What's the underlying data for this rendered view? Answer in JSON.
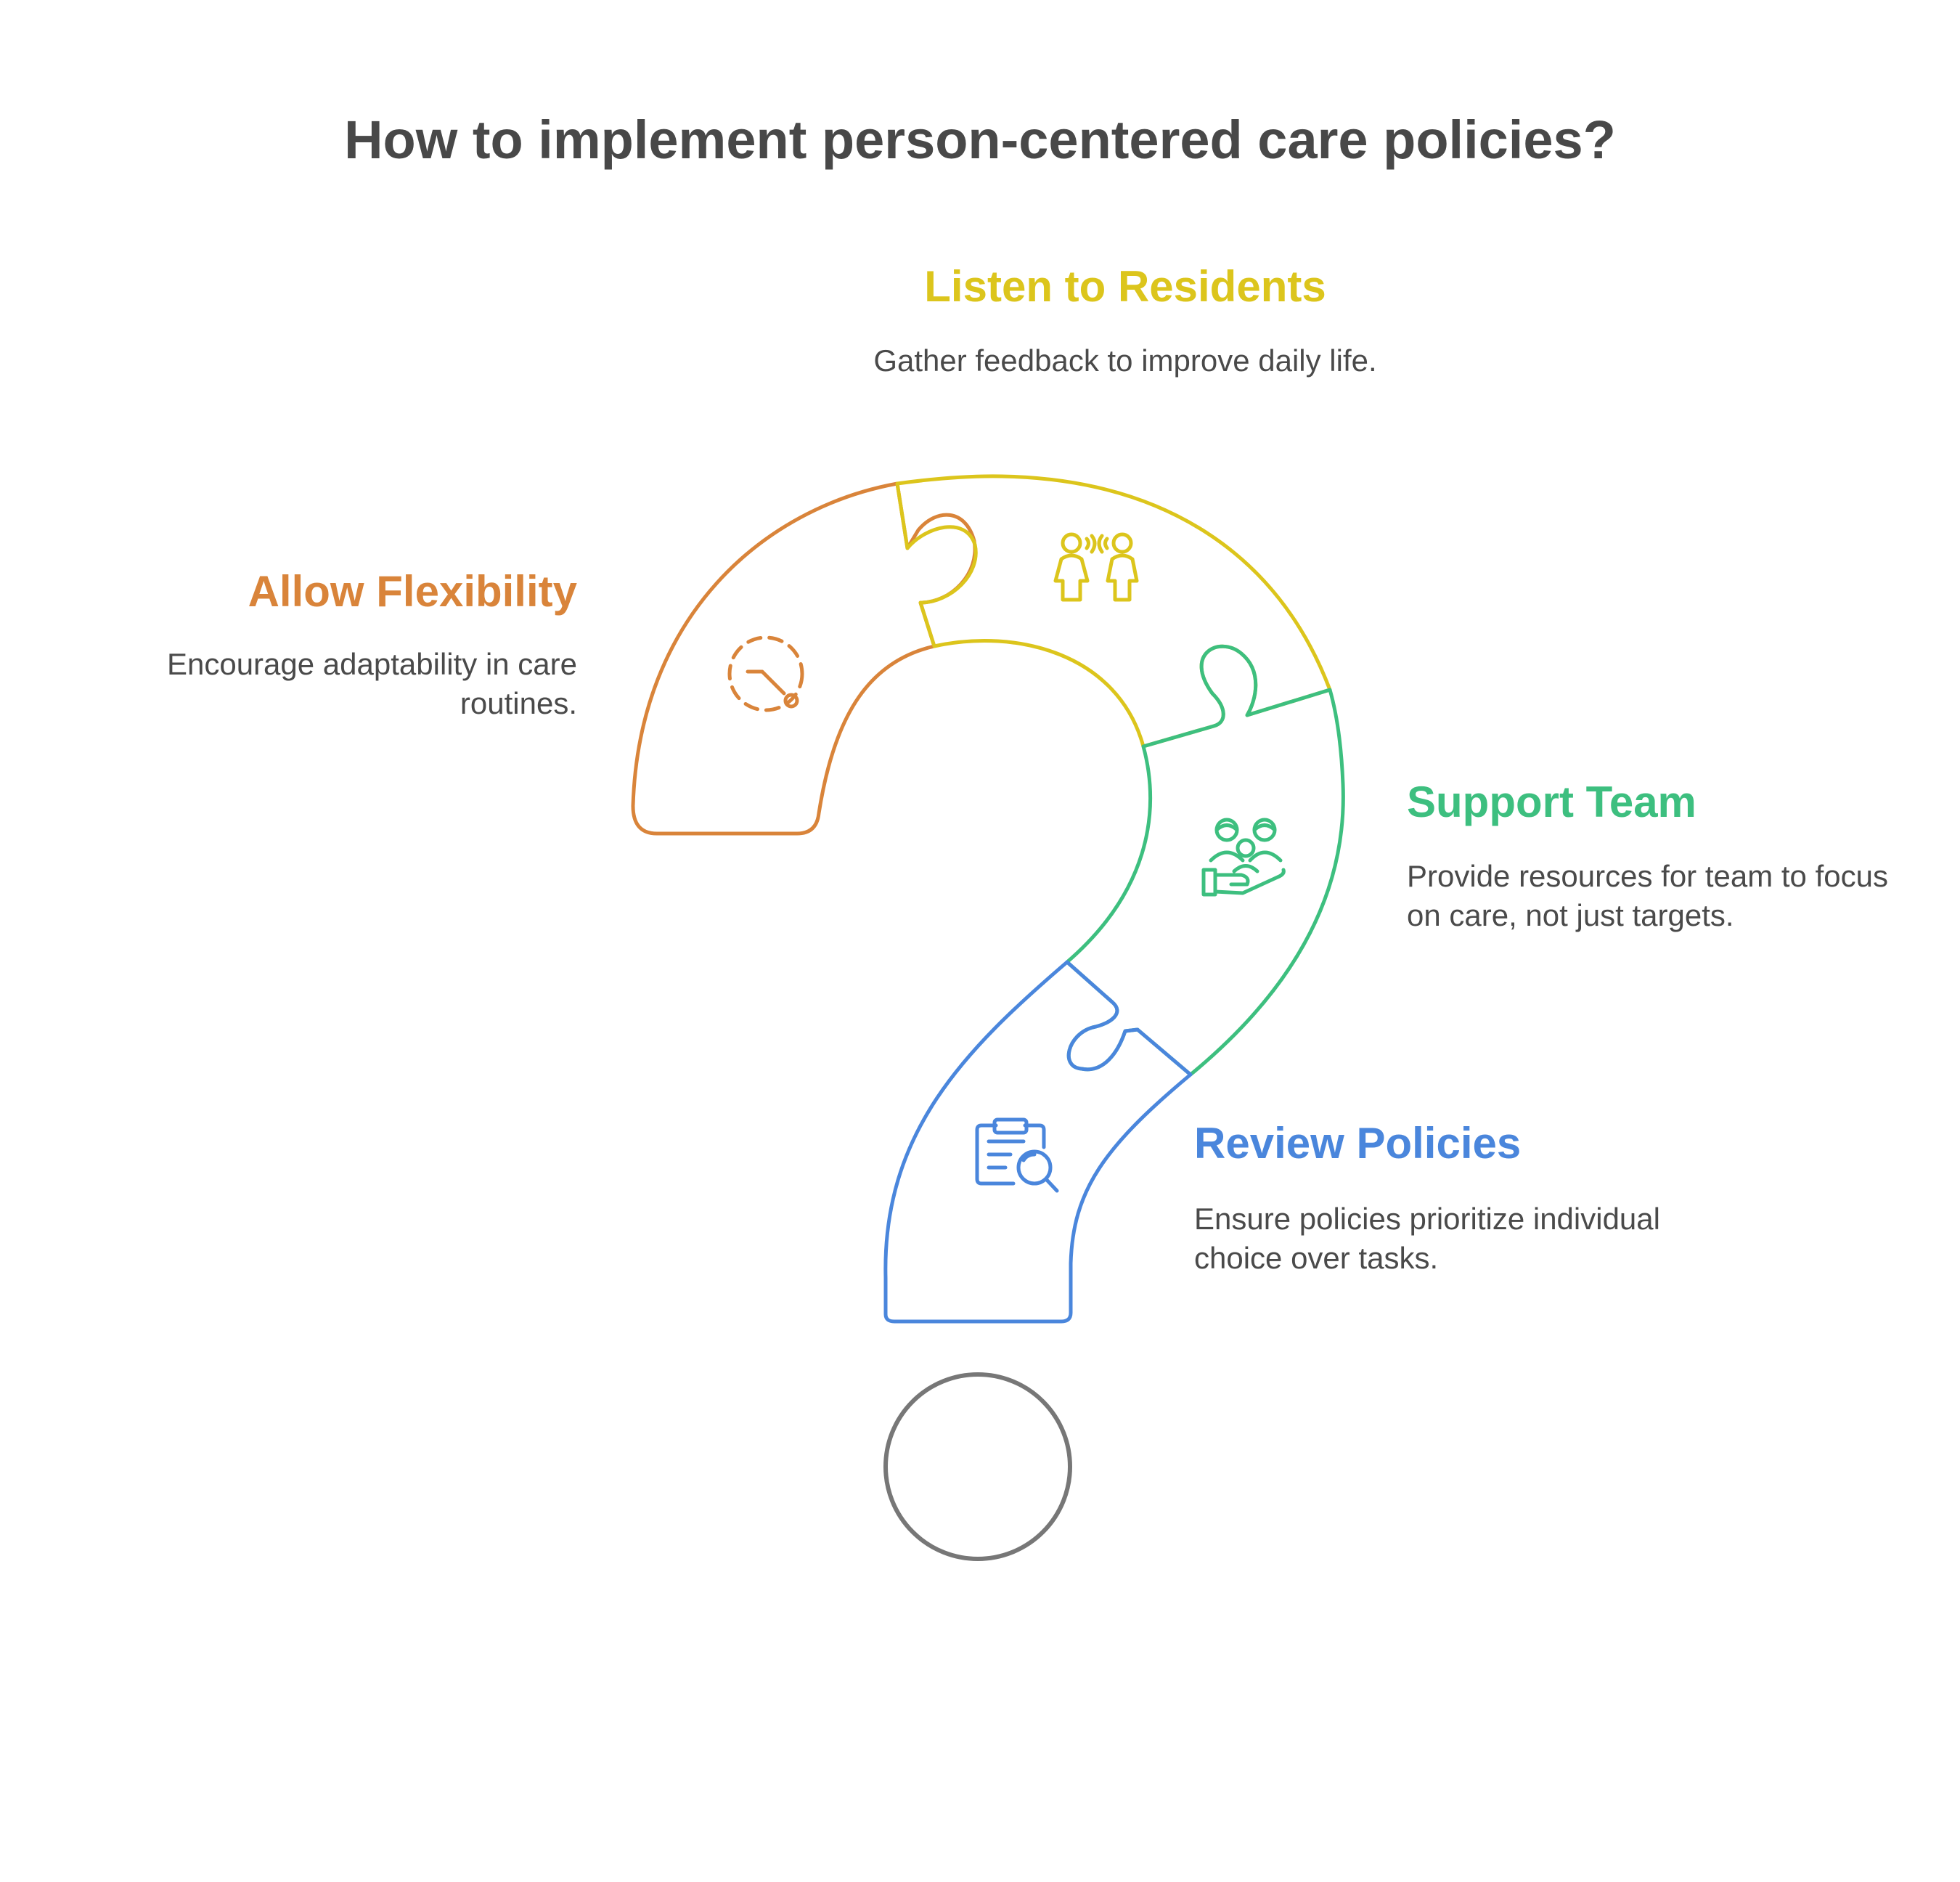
{
  "title": "How to implement person-centered care policies?",
  "colors": {
    "listen": "#dcc51c",
    "flexibility": "#d9843a",
    "support": "#3dbf7f",
    "review": "#4a86dc",
    "dot": "#777777",
    "text": "#4a4a4a",
    "title": "#484848"
  },
  "steps": [
    {
      "key": "listen",
      "heading": "Listen to Residents",
      "description": "Gather feedback to improve daily life.",
      "icon": "people-talking-icon"
    },
    {
      "key": "flexibility",
      "heading": "Allow Flexibility",
      "description": "Encourage adaptability in care routines.",
      "icon": "dashed-clock-icon"
    },
    {
      "key": "support",
      "heading": "Support Team",
      "description": "Provide resources for team to focus on care, not just targets.",
      "icon": "team-hand-icon"
    },
    {
      "key": "review",
      "heading": "Review Policies",
      "description": "Ensure policies prioritize individual choice over tasks.",
      "icon": "clipboard-search-icon"
    }
  ]
}
